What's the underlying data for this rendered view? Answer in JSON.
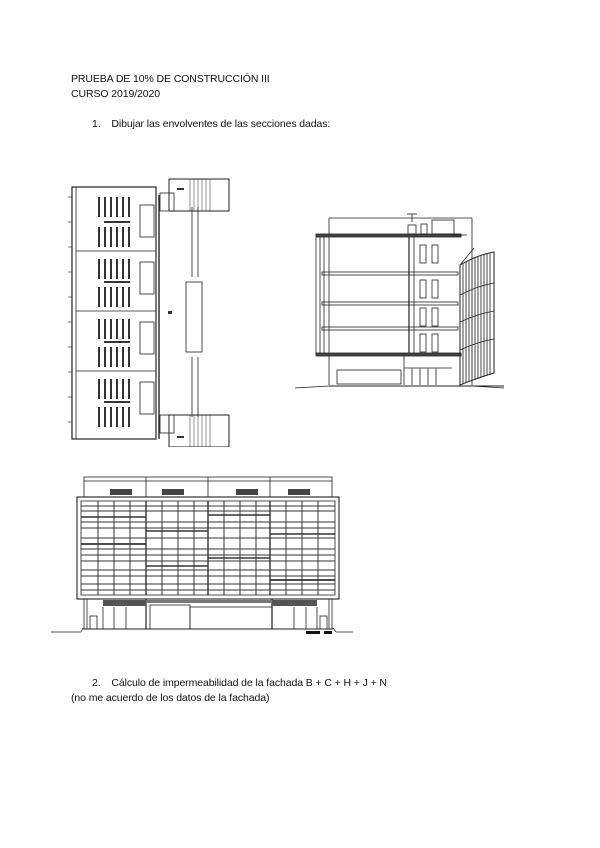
{
  "document": {
    "header": {
      "title": "PRUEBA DE 10% DE CONSTRUCCIÓN III",
      "course": "CURSO 2019/2020"
    },
    "questions": [
      {
        "number": "1.",
        "text": "Dibujar las envolventes de las secciones dadas:"
      },
      {
        "number": "2.",
        "text": "Cálculo de impermeabilidad de la fachada B + C + H + J + N",
        "note": "(no me acuerdo de los datos de la fachada)"
      }
    ],
    "figures": [
      {
        "id": "floor-plan",
        "description": "Architectural floor plan with classrooms and central corridor, stairs at top and bottom right"
      },
      {
        "id": "building-section",
        "description": "Building cross section with four upper floors, ground floor and curved louvered facade"
      },
      {
        "id": "facade-elevation",
        "description": "Front elevation with louvered facade grid and ground-floor openings"
      }
    ]
  },
  "colors": {
    "ink": "#111111",
    "line": "#222222",
    "fill_dark": "#555555",
    "background": "#ffffff"
  }
}
